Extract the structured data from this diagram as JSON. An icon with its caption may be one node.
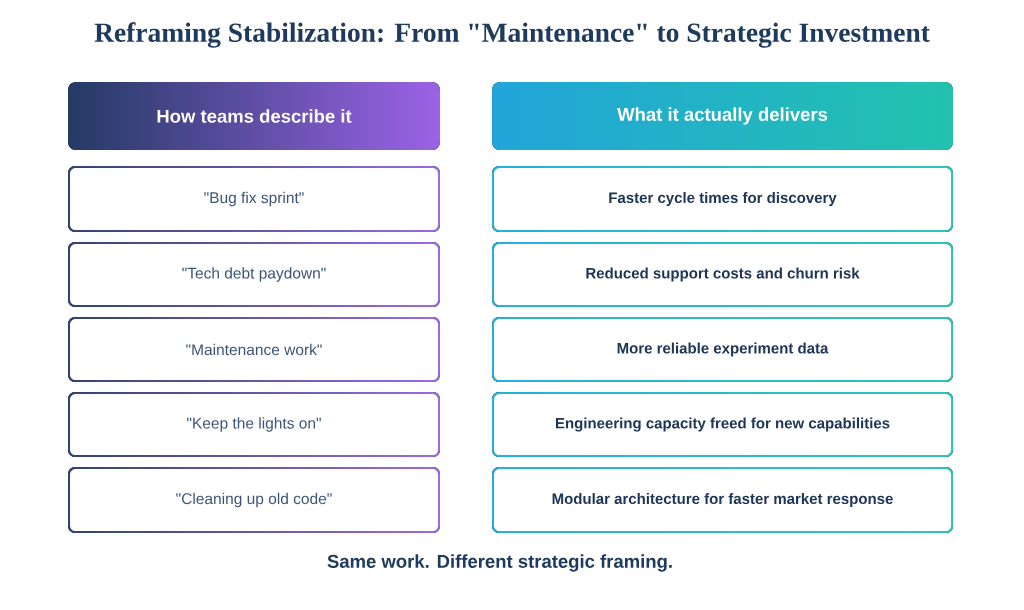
{
  "diagram": {
    "title": "Reframing Stabilization: From \"Maintenance\" to Strategic Investment",
    "nodes": [
      {
        "text": [
          "How teams describe it"
        ]
      },
      {
        "text": [
          "\"Bug fix sprint\""
        ]
      },
      {
        "text": [
          "\"Tech debt paydown\""
        ]
      },
      {
        "text": [
          "\"Maintenance work\""
        ]
      },
      {
        "text": [
          "\"Keep the lights on\""
        ]
      },
      {
        "text": [
          "\"Cleaning up old code\""
        ]
      },
      {
        "text": [
          "What it actually delivers"
        ]
      },
      {
        "text": [
          "Faster cycle times for discovery"
        ]
      },
      {
        "text": [
          "Reduced support costs and churn risk"
        ]
      },
      {
        "text": [
          "More reliable experiment data"
        ]
      },
      {
        "text": [
          "Engineering capacity freed for new capabilities"
        ]
      },
      {
        "text": [
          "Modular architecture for faster market response"
        ]
      }
    ],
    "caption": "Same work. Different strategic framing."
  }
}
